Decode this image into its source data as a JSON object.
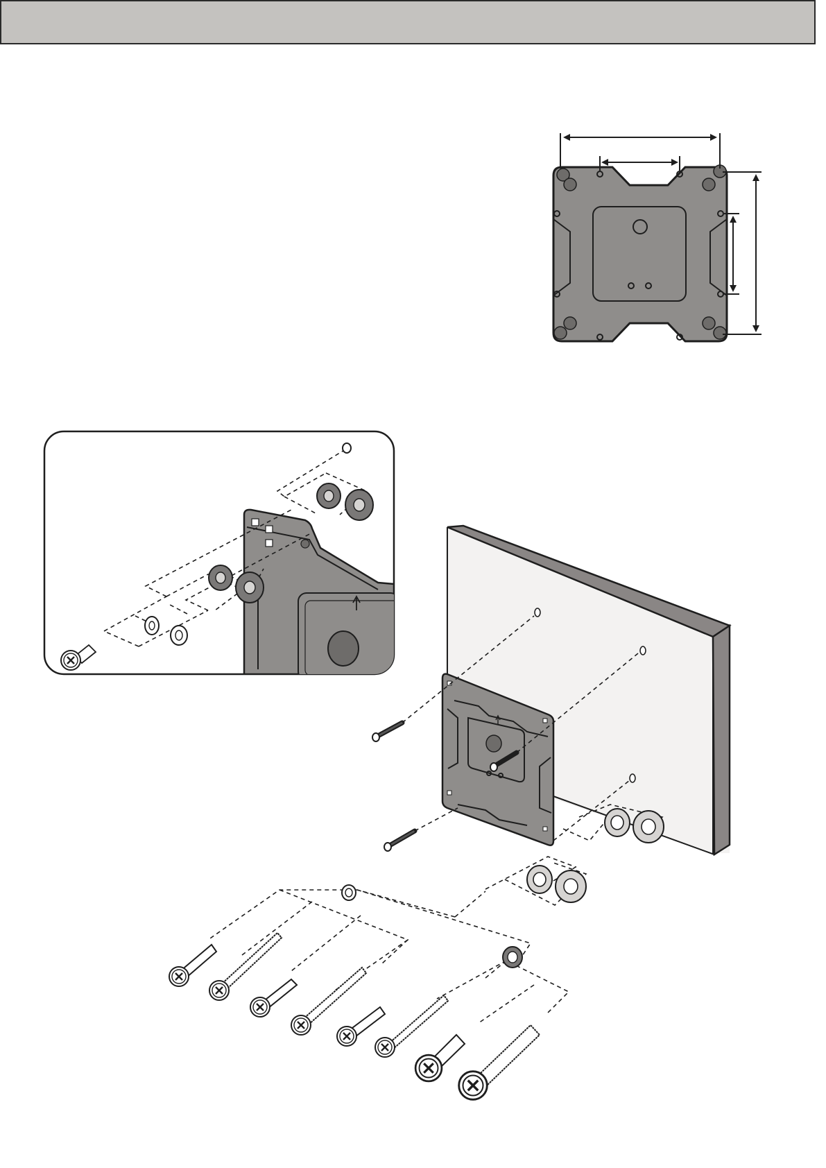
{
  "header": {
    "text": ""
  },
  "colors": {
    "plate": "#8f8d8b",
    "plate_dark": "#6e6c6a",
    "wall_front": "#f3f2f1",
    "wall_edge": "#8a8685",
    "header_bg": "#c4c2bf",
    "spacer_dark": "#7a7877",
    "spacer_light": "#d6d4d2",
    "line": "#1e1e1e"
  },
  "icons": {
    "up_arrow": "up-arrow-icon",
    "screw_head": "phillips-screw-head-icon"
  },
  "hardware": {
    "screw_count": 8,
    "washer_count": 2,
    "spacer_sets": 2
  }
}
